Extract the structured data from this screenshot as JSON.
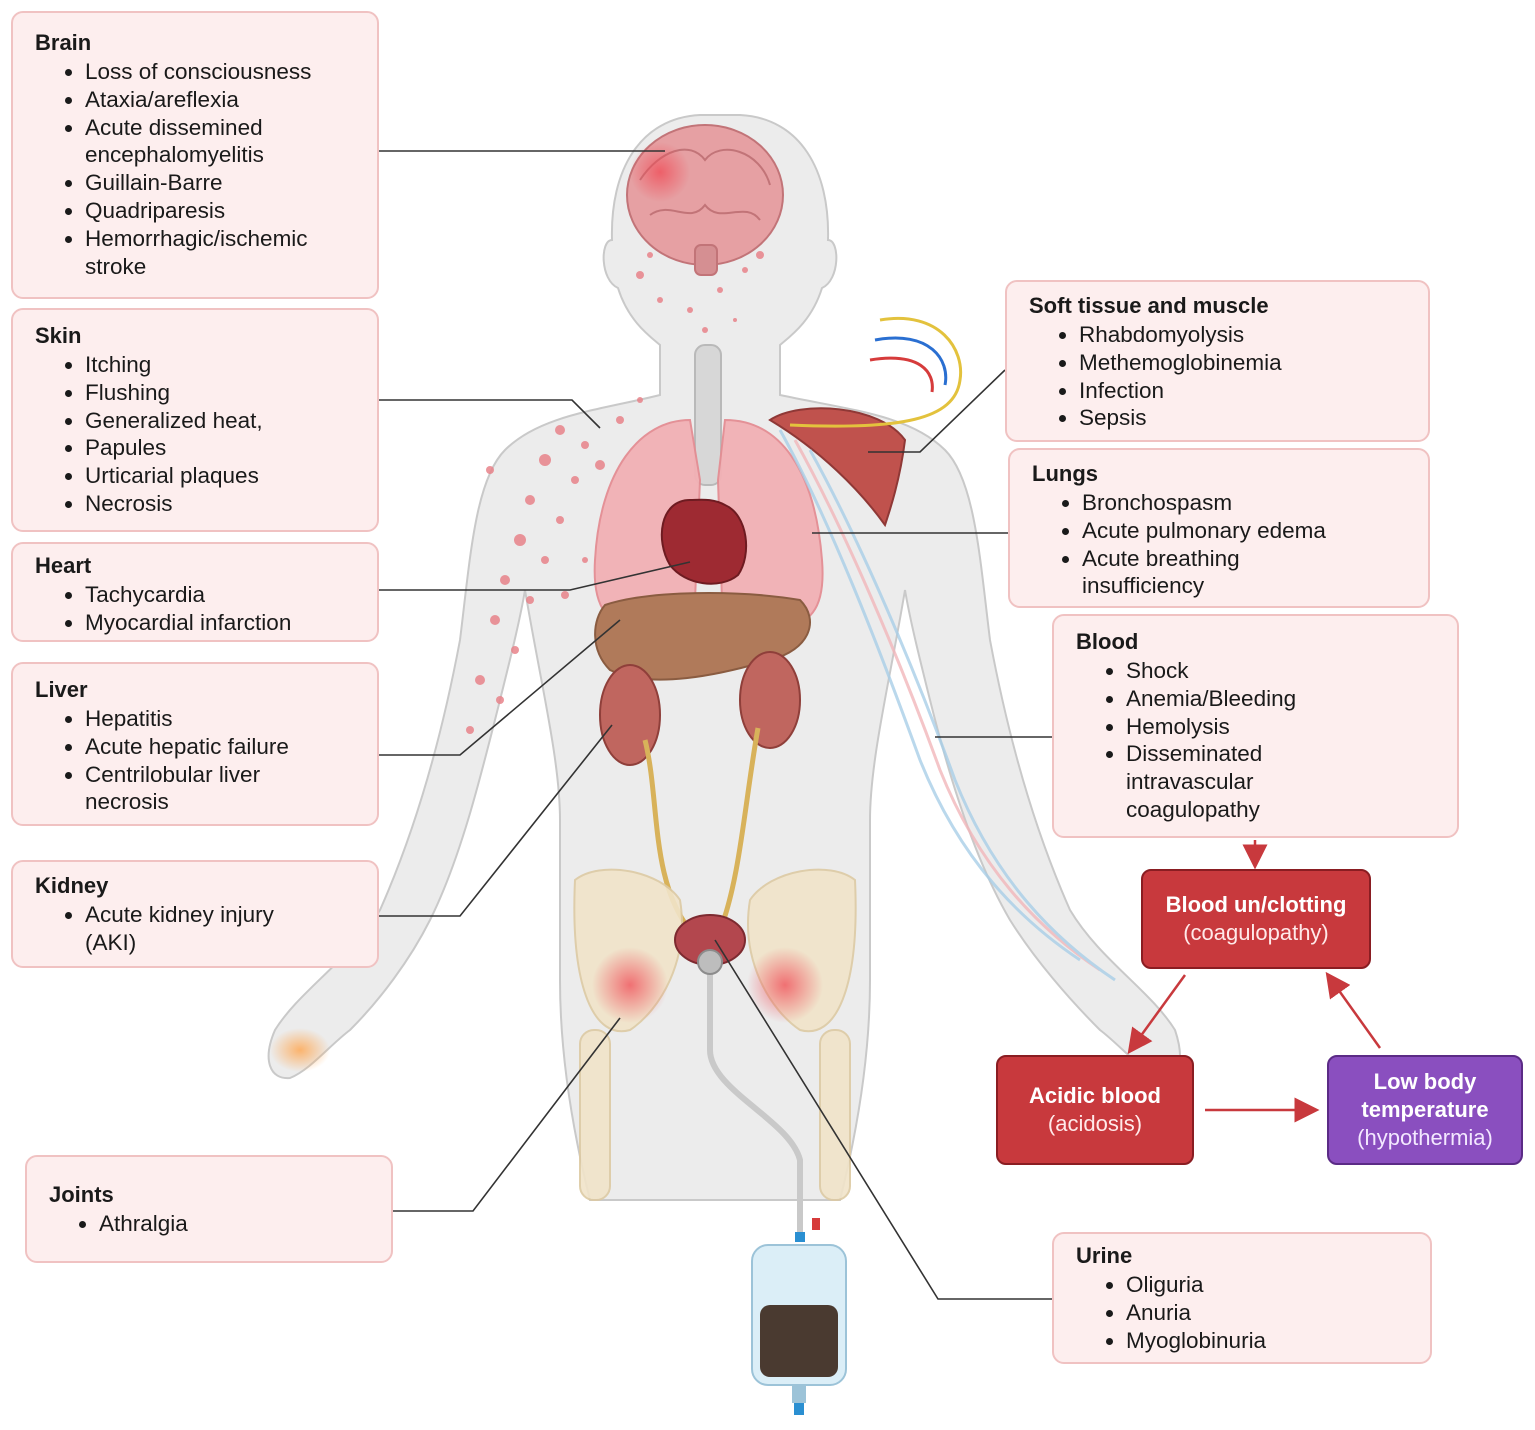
{
  "panels": {
    "brain": {
      "title": "Brain",
      "items": [
        "Loss of consciousness",
        "Ataxia/areflexia",
        "Acute dissemined encephalomyelitis",
        "Guillain-Barre",
        "Quadriparesis",
        "Hemorrhagic/ischemic stroke"
      ]
    },
    "skin": {
      "title": "Skin",
      "items": [
        "Itching",
        "Flushing",
        "Generalized heat,",
        "Papules",
        "Urticarial plaques",
        "Necrosis"
      ]
    },
    "heart": {
      "title": "Heart",
      "items": [
        "Tachycardia",
        "Myocardial infarction"
      ]
    },
    "liver": {
      "title": "Liver",
      "items": [
        "Hepatitis",
        "Acute hepatic failure",
        "Centrilobular liver necrosis"
      ]
    },
    "kidney": {
      "title": "Kidney",
      "items": [
        "Acute kidney injury (AKI)"
      ]
    },
    "joints": {
      "title": "Joints",
      "items": [
        "Athralgia"
      ]
    },
    "soft_tissue": {
      "title": "Soft tissue and muscle",
      "items": [
        "Rhabdomyolysis",
        "Methemoglobinemia",
        "Infection",
        "Sepsis"
      ]
    },
    "lungs": {
      "title": "Lungs",
      "items": [
        "Bronchospasm",
        "Acute pulmonary edema",
        "Acute breathing insufficiency"
      ]
    },
    "blood": {
      "title": "Blood",
      "items": [
        "Shock",
        "Anemia/Bleeding",
        "Hemolysis",
        "Disseminated intravascular coagulopathy"
      ]
    },
    "urine": {
      "title": "Urine",
      "items": [
        "Oliguria",
        "Anuria",
        "Myoglobinuria"
      ]
    }
  },
  "cycle": {
    "clotting": {
      "title": "Blood un/clotting",
      "sub": "(coagulopathy)",
      "color": "#c8393d"
    },
    "acidic": {
      "title": "Acidic blood",
      "sub": "(acidosis)",
      "color": "#c8393d"
    },
    "hypothermia": {
      "title": "Low body temperature",
      "sub": "(hypothermia)",
      "color": "#8a4fbf"
    }
  },
  "colors": {
    "panel_fill": "#fdeeee",
    "panel_border": "#f0c2c2",
    "arrow": "#c8393d",
    "leader_line": "#333333"
  }
}
